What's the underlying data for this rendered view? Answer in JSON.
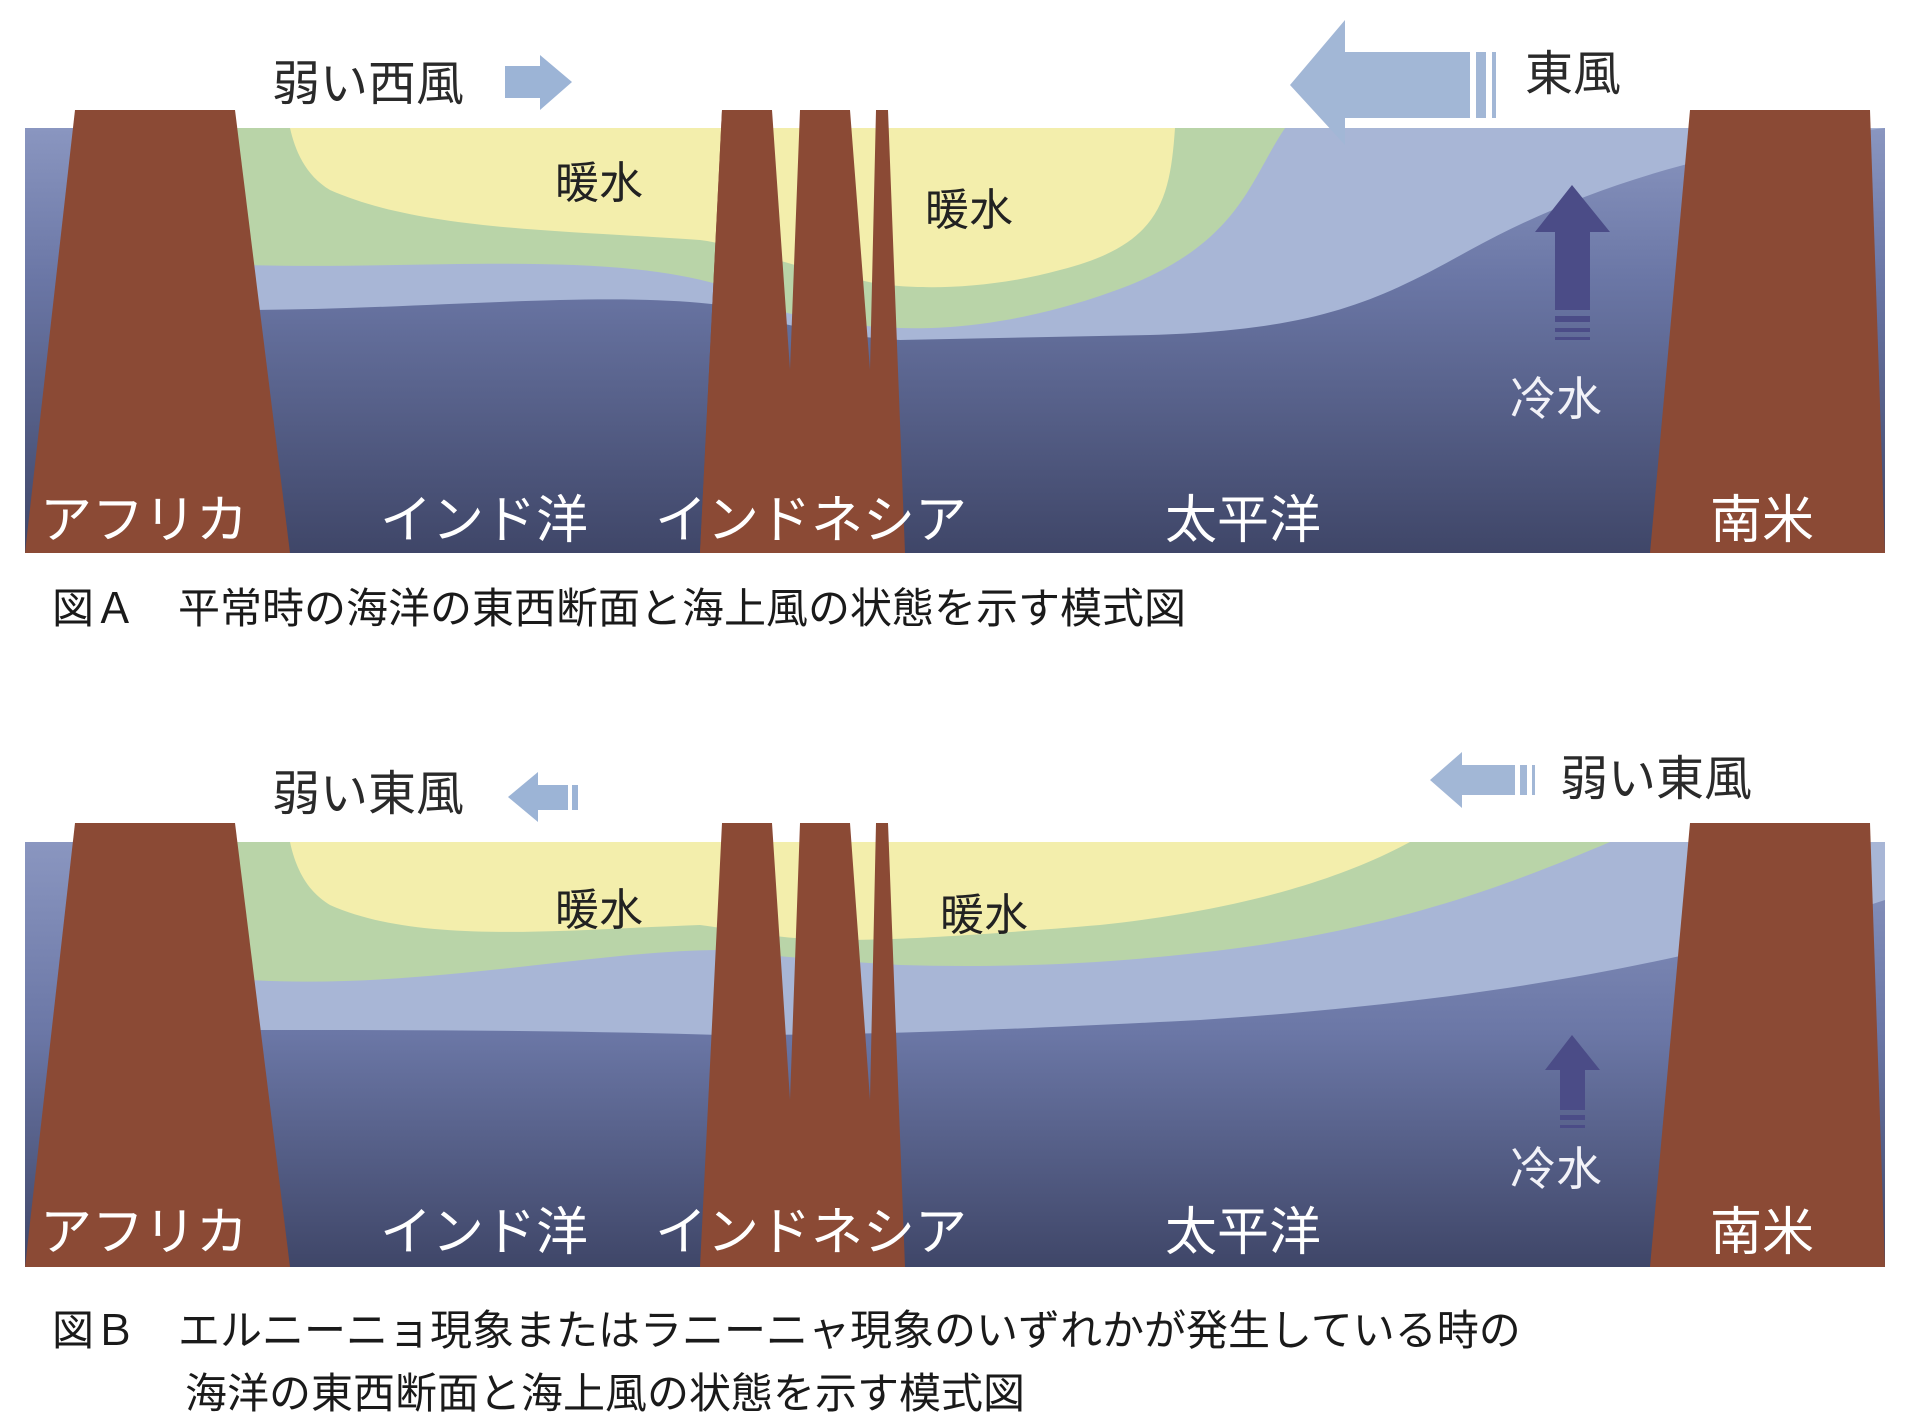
{
  "colors": {
    "land": "#8b4a35",
    "deep_water": "#464e73",
    "mid_water": "#6e7aa8",
    "light_water": "#a9b7d6",
    "green_water": "#b8d3a6",
    "warm_water": "#f2eeab",
    "arrow_light": "#9cb4d6",
    "arrow_dark": "#4b4c87"
  },
  "panelA": {
    "wind_left": "弱い西風",
    "wind_right": "東風",
    "warm1": "暖水",
    "warm2": "暖水",
    "cold": "冷水",
    "africa": "アフリカ",
    "indian_ocean": "インド洋",
    "indonesia": "インドネシア",
    "pacific": "太平洋",
    "south_america": "南米",
    "caption": "図Ａ　平常時の海洋の東西断面と海上風の状態を示す模式図"
  },
  "panelB": {
    "wind_left": "弱い東風",
    "wind_right": "弱い東風",
    "warm1": "暖水",
    "warm2": "暖水",
    "cold": "冷水",
    "africa": "アフリカ",
    "indian_ocean": "インド洋",
    "indonesia": "インドネシア",
    "pacific": "太平洋",
    "south_america": "南米",
    "caption_line1": "図Ｂ　エルニーニョ現象またはラニーニャ現象のいずれかが発生している時の",
    "caption_line2": "海洋の東西断面と海上風の状態を示す模式図"
  }
}
